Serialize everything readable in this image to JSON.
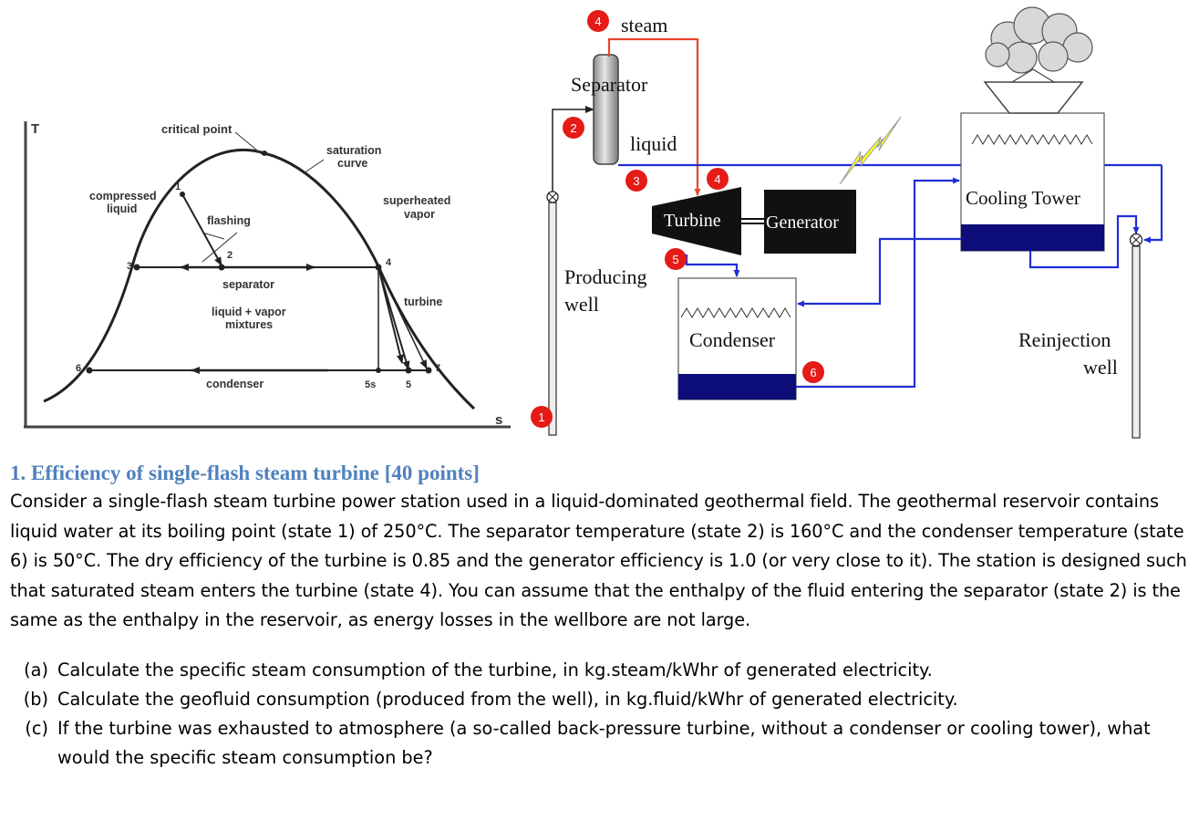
{
  "ts_diagram": {
    "axis_t": "T",
    "axis_s": "s",
    "critical_point": "critical point",
    "saturation_curve_line1": "saturation",
    "saturation_curve_line2": "curve",
    "compressed_liquid_line1": "compressed",
    "compressed_liquid_line2": "liquid",
    "flashing": "flashing",
    "superheated_vapor_line1": "superheated",
    "superheated_vapor_line2": "vapor",
    "separator": "separator",
    "liquid_vapor_line1": "liquid + vapor",
    "liquid_vapor_line2": "mixtures",
    "turbine": "turbine",
    "condenser": "condenser",
    "state_1": "1",
    "state_2": "2",
    "state_3": "3",
    "state_4": "4",
    "state_5": "5",
    "state_5s": "5s",
    "state_6": "6",
    "state_7": "7"
  },
  "schematic": {
    "steam": "steam",
    "separator": "Separator",
    "liquid": "liquid",
    "turbine": "Turbine",
    "generator": "Generator",
    "cooling_tower": "Cooling Tower",
    "producing_well_line1": "Producing",
    "producing_well_line2": "well",
    "condenser": "Condenser",
    "reinjection_well_line1": "Reinjection",
    "reinjection_well_line2": "well",
    "badge_1": "1",
    "badge_2": "2",
    "badge_3": "3",
    "badge_4_top": "4",
    "badge_4_turbine": "4",
    "badge_5": "5",
    "badge_6": "6",
    "colors": {
      "steam_line": "#e8452c",
      "liquid_line": "#1f2fd6",
      "badge": "#e41b17"
    }
  },
  "question": {
    "title": "1. Efficiency of single-flash steam turbine [40 points]",
    "body": "Consider a single-flash steam turbine power station used in a liquid-dominated geothermal field.  The geothermal reservoir contains liquid water at its boiling point (state 1) of 250°C.  The separator temperature (state 2) is 160°C and the condenser temperature (state 6) is 50°C.  The dry efficiency of the turbine is 0.85 and the generator efficiency is 1.0 (or very close to it).  The station is designed such that saturated steam enters the turbine (state 4).  You can assume that the enthalpy of the fluid entering the separator (state 2) is the same as the enthalpy in the reservoir, as energy losses in the wellbore are not large.",
    "parts": [
      {
        "label": "(a)",
        "text": "Calculate the specific steam consumption of the turbine, in kg.steam/kWhr of generated electricity."
      },
      {
        "label": "(b)",
        "text": "Calculate the geofluid consumption (produced from the well), in kg.fluid/kWhr of generated electricity."
      },
      {
        "label": "(c)",
        "text": "If the turbine was exhausted to atmosphere (a so-called back-pressure turbine, without a condenser or cooling tower), what would the specific steam consumption be?"
      }
    ]
  }
}
